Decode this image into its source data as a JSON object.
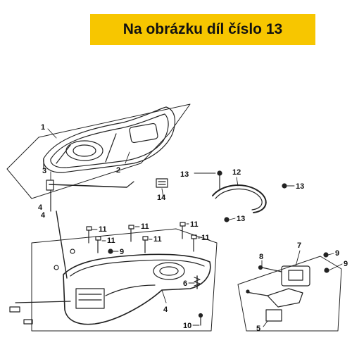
{
  "banner": {
    "text": "Na obrázku díl číslo 13",
    "color": "#f7c600"
  },
  "diagram": {
    "callouts": [
      "1",
      "2",
      "3",
      "4",
      "4",
      "14",
      "13",
      "12",
      "13",
      "13",
      "11",
      "11",
      "11",
      "11",
      "11",
      "11",
      "9",
      "4",
      "6",
      "10",
      "7",
      "8",
      "9",
      "9",
      "5"
    ]
  }
}
